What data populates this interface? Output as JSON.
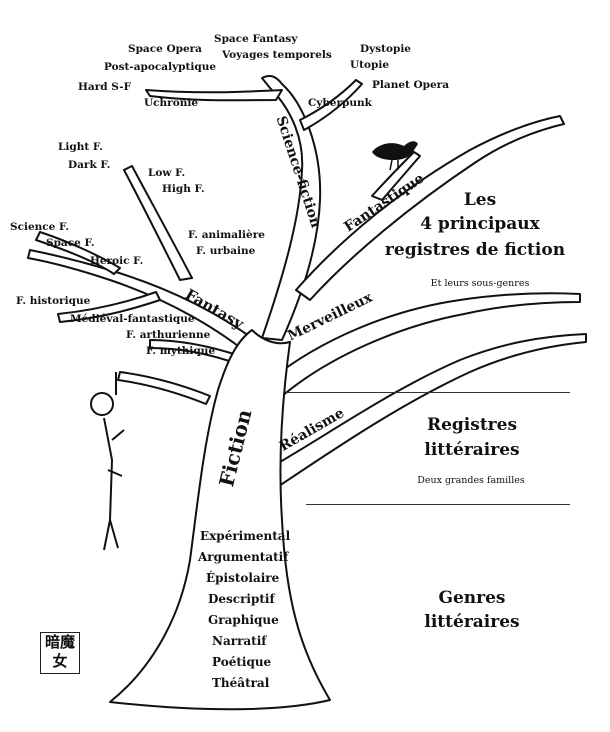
{
  "categories": {
    "science_fiction": "Science-fiction",
    "fantastique": "Fantastique",
    "fantasy": "Fantasy",
    "merveilleux": "Merveilleux",
    "realisme": "Réalisme",
    "fiction": "Fiction"
  },
  "subgenres": {
    "space_fantasy": "Space Fantasy",
    "voyages_temporels": "Voyages temporels",
    "space_opera": "Space Opera",
    "post_apo": "Post-apocalyptique",
    "hard_sf": "Hard S-F",
    "uchronie": "Uchronie",
    "dystopie": "Dystopie",
    "utopie": "Utopie",
    "planet_opera": "Planet Opera",
    "cyberpunk": "Cyberpunk",
    "light_f": "Light F.",
    "dark_f": "Dark F.",
    "low_f": "Low F.",
    "high_f": "High F.",
    "science_f": "Science F.",
    "space_f": "Space F.",
    "heroic_f": "Heroic F.",
    "f_animaliere": "F. animalière",
    "f_urbaine": "F. urbaine",
    "f_historique": "F. historique",
    "medieval_fantastique": "Médiéval-fantastique",
    "f_arthurienne": "F. arthurienne",
    "f_mythique": "F. mythique"
  },
  "registres_litteraires": [
    "Expérimental",
    "Argumentatif",
    "Épistolaire",
    "Descriptif",
    "Graphique",
    "Narratif",
    "Poétique",
    "Théâtral"
  ],
  "legend": {
    "fiction_title_1": "Les",
    "fiction_title_2": "4 principaux",
    "fiction_title_3": "registres de fiction",
    "fiction_sub": "Et leurs sous-genres",
    "registres_title_1": "Registres",
    "registres_title_2": "littéraires",
    "registres_sub": "Deux grandes familles",
    "genres_title_1": "Genres",
    "genres_title_2": "littéraires"
  },
  "signature": "暗魔女"
}
